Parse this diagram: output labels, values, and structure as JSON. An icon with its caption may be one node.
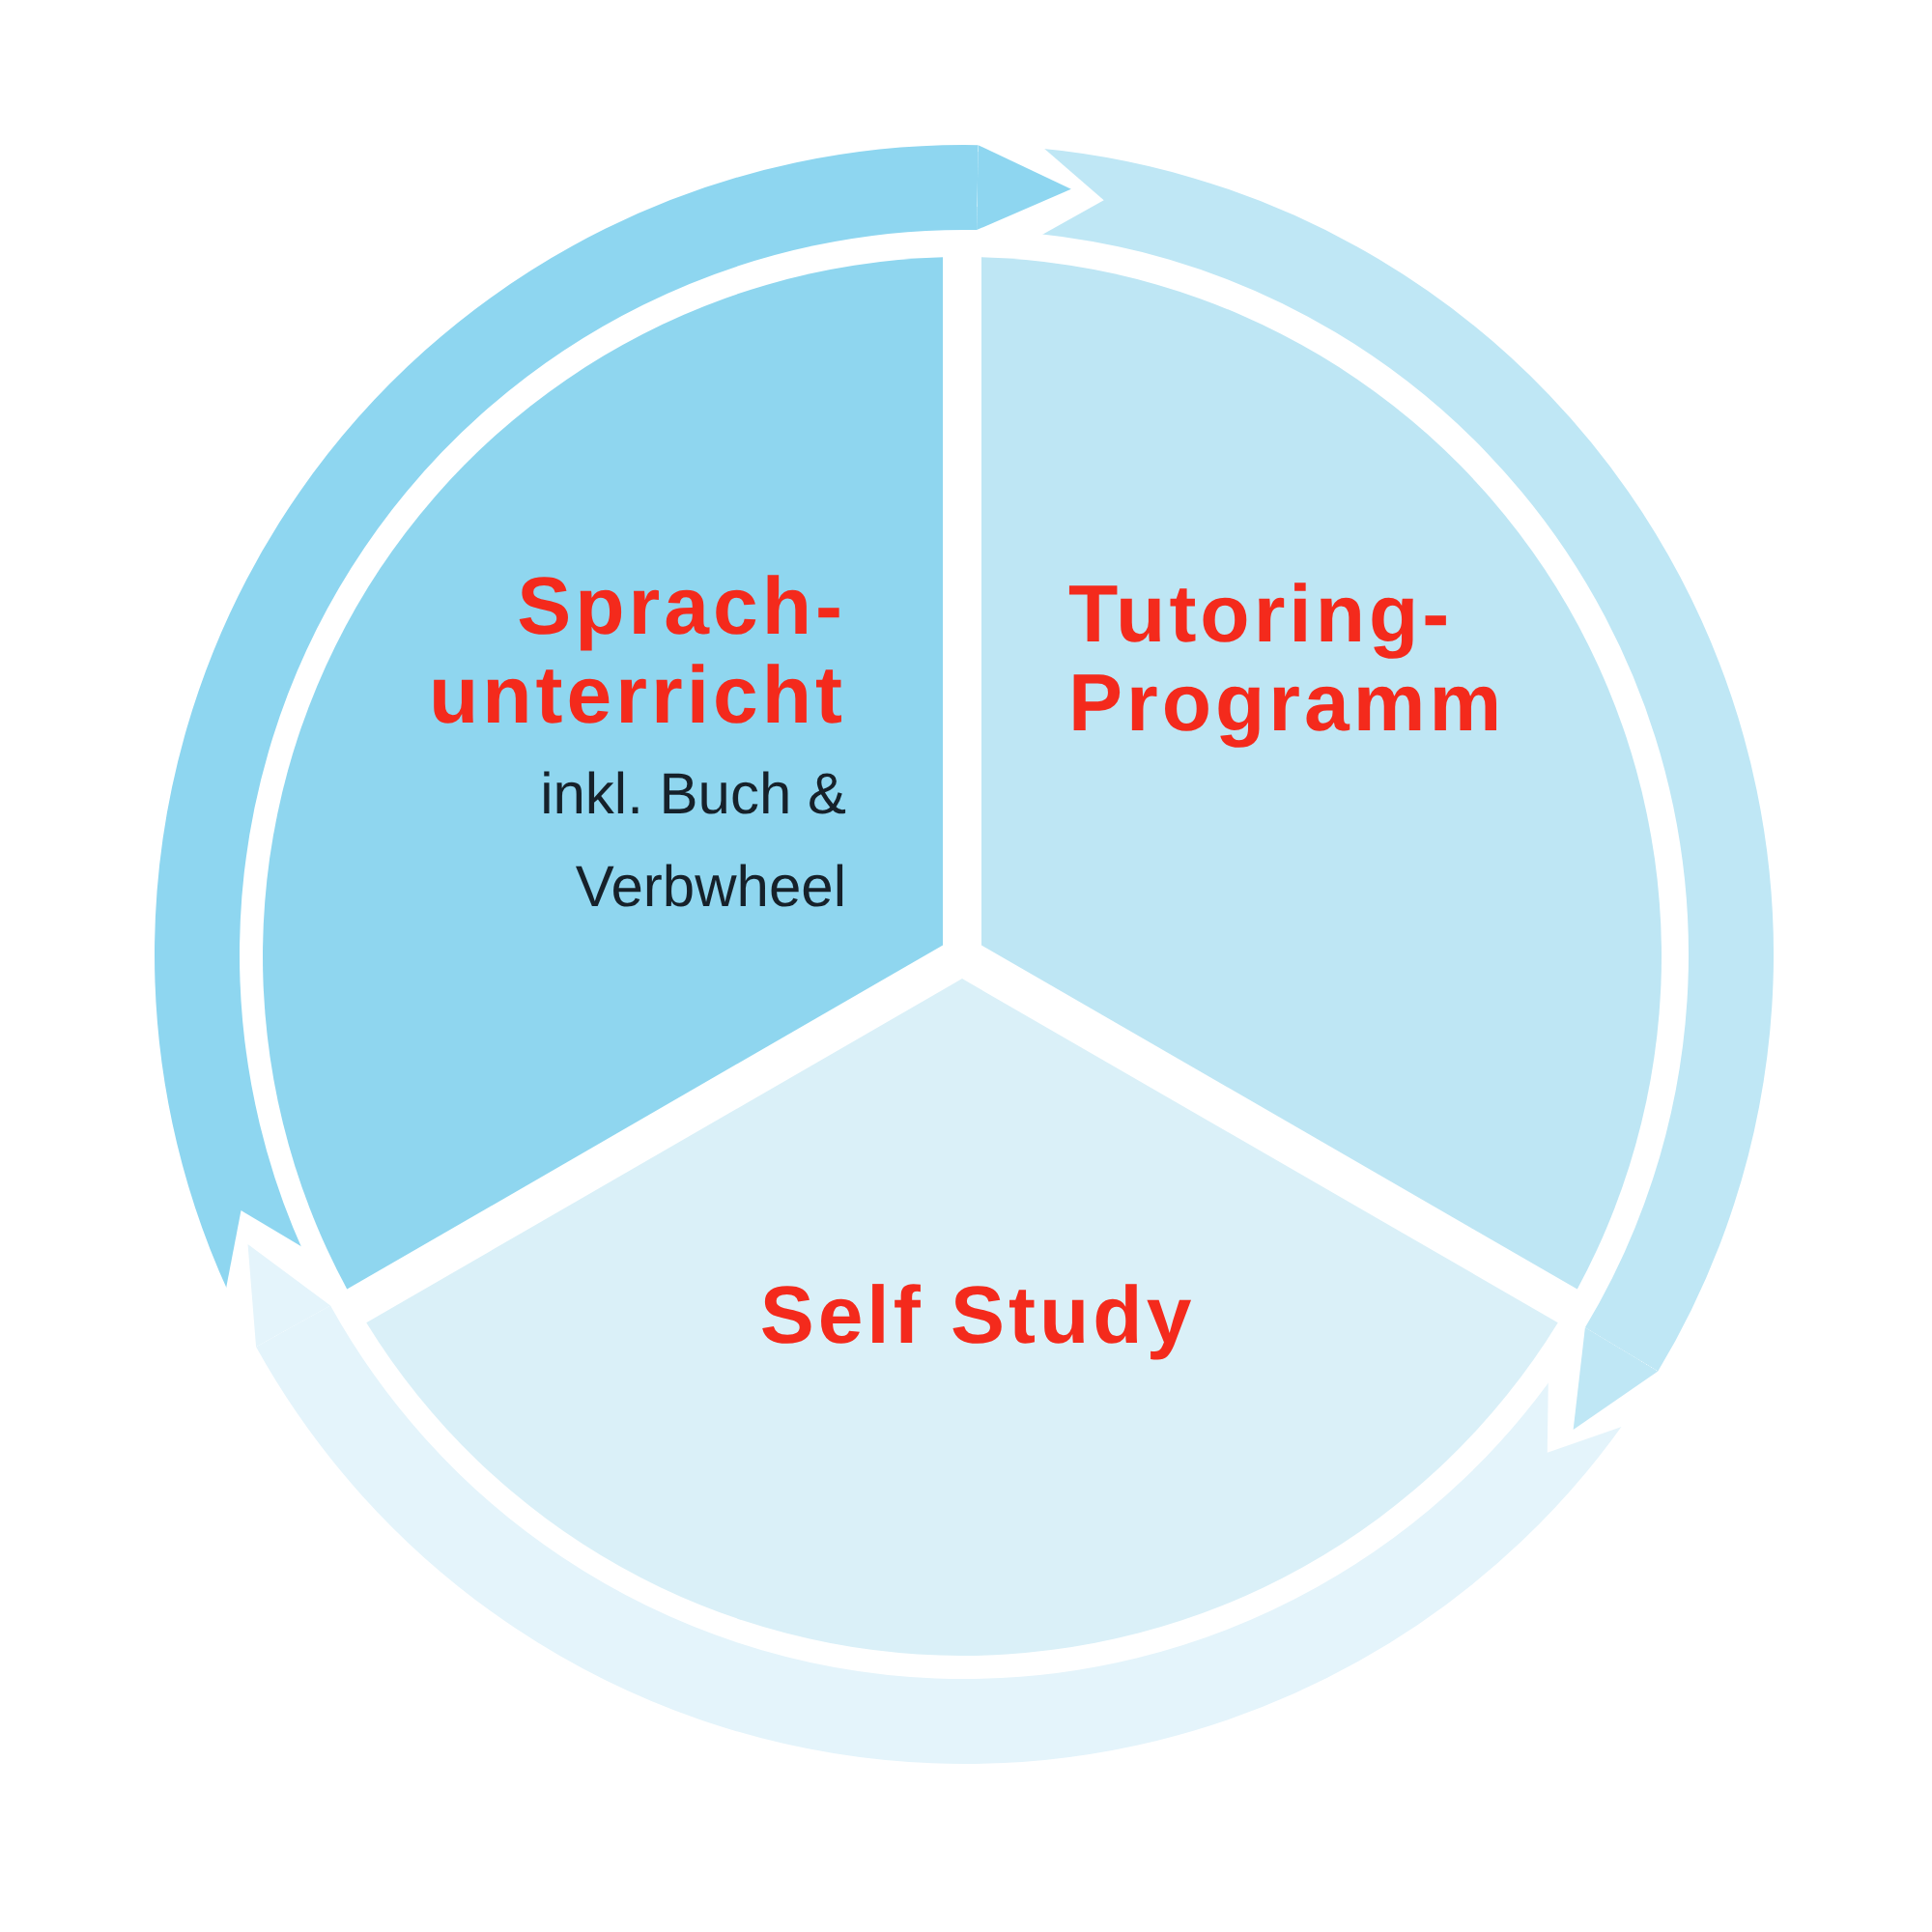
{
  "diagram": {
    "nodes": [
      {
        "text": [
          "Sprach- unterricht",
          "inkl. Buch & Verbwheel"
        ]
      },
      {
        "text": [
          "Tutoring- Programm"
        ]
      },
      {
        "text": [
          "Self Study"
        ]
      }
    ]
  }
}
